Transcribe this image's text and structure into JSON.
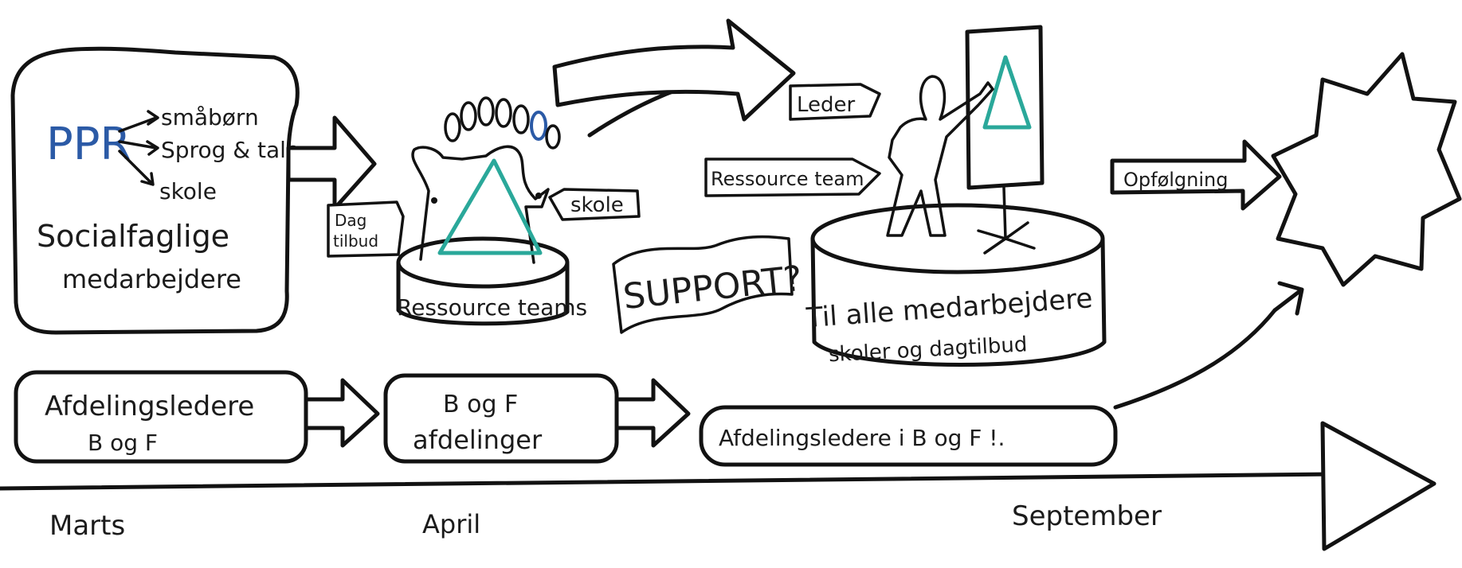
{
  "colors": {
    "ink": "#121212",
    "ppr_blue": "#2b5aa6",
    "teal": "#2aa89a",
    "paper": "#ffffff"
  },
  "start_box": {
    "ppr": "PPR",
    "branches": [
      "småbørn",
      "Sprog & tale",
      "skole"
    ],
    "line1": "Socialfaglige",
    "line2": "medarbejdere"
  },
  "ressource": {
    "base_label": "Ressource teams",
    "tag_left": [
      "Dag",
      "tilbud"
    ],
    "tag_right": "skole"
  },
  "support": "SUPPORT?",
  "presenter": {
    "tag_leder": "Leder",
    "tag_team": "Ressource team",
    "base_line1": "Til alle medarbejdere",
    "base_line2": "skoler og dagtilbud"
  },
  "followup": "Opfølgning",
  "bottom_row": {
    "box1": [
      "Afdelingsledere",
      "B og F"
    ],
    "box2": [
      "B og F",
      "afdelinger"
    ],
    "box3": "Afdelingsledere i B og F !."
  },
  "timeline": {
    "labels": [
      "Marts",
      "April",
      "September"
    ]
  },
  "icons": {
    "heads": "people-heads-icon",
    "triangle": "triangle-icon",
    "flipchart": "flipchart-icon",
    "burst": "starburst-icon"
  }
}
